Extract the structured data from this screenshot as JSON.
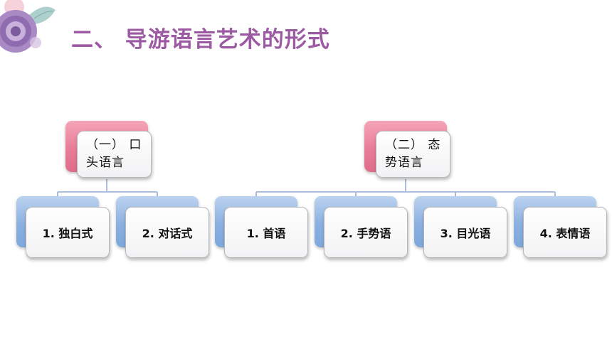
{
  "title": "二、 导游语言艺术的形式",
  "diagram": {
    "groups": [
      {
        "label": "（一） 口头语言",
        "children": [
          "1. 独白式",
          "2. 对话式"
        ]
      },
      {
        "label": "（二） 态势语言",
        "children": [
          "1. 首语",
          "2. 手势语",
          "3. 目光语",
          "4. 表情语"
        ]
      }
    ]
  },
  "colors": {
    "title": "#9b5aa2",
    "parent_accent": "#e87d97",
    "child_accent": "#8bb0e0",
    "connector": "#a9bfdc"
  }
}
